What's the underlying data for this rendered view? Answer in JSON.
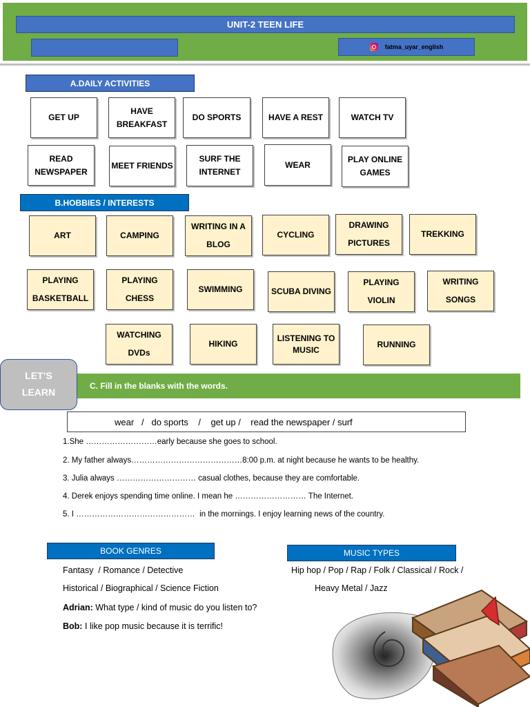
{
  "header": {
    "title": "UNIT-2 TEEN LIFE",
    "instagram": "fatma_uyar_english"
  },
  "daily": {
    "heading": "A.DAILY ACTIVITIES",
    "row1": [
      "GET UP",
      "HAVE BREAKFAST",
      "DO SPORTS",
      "HAVE A REST",
      "WATCH TV"
    ],
    "row2": [
      "READ NEWSPAPER",
      "MEET FRIENDS",
      "SURF THE INTERNET",
      "WEAR",
      "PLAY ONLINE GAMES"
    ]
  },
  "hobbies": {
    "heading": "B.HOBBIES / INTERESTS",
    "row1": [
      "ART",
      "CAMPING",
      "WRITING IN A BLOG",
      "CYCLING",
      "DRAWING PICTURES",
      "TREKKING"
    ],
    "row2": [
      "PLAYING BASKETBALL",
      "PLAYING CHESS",
      "SWIMMING",
      "SCUBA DIVING",
      "PLAYING VIOLIN",
      "WRITING SONGS"
    ],
    "row3": [
      "WATCHING DVDs",
      "HIKING",
      "LISTENING TO MUSIC",
      "RUNNING"
    ]
  },
  "learn": {
    "badge_line1": "LET’S",
    "badge_line2": "LEARN",
    "instruction": "C. Fill in the blanks with the words.",
    "word_bank": "wear   /   do sports    /    get up /    read the newspaper / surf",
    "sentences": [
      "1.She ………………………early because she goes to school.",
      "2. My father always……………………………………8:00 p.m. at night because he wants to be healthy.",
      "3. Julia always ………………………… casual clothes, because they are comfortable.",
      "4. Derek enjoys spending time online. I mean he ……………………… The Internet.",
      "5. I ………………………………………  in the mornings. I enjoy learning news of the country."
    ]
  },
  "book_genres": {
    "heading": "BOOK GENRES",
    "line1": "Fantasy  / Romance / Detective",
    "line2": "Historical / Biographical / Science Fiction"
  },
  "music_types": {
    "heading": "MUSIC TYPES",
    "line1": "Hip hop / Pop / Rap / Folk / Classical / Rock /",
    "line2": "Heavy Metal / Jazz"
  },
  "dialogue": {
    "speaker1": "Adrian:",
    "line1": " What type / kind of music do you listen to?",
    "speaker2": "Bob:",
    "line2": " I like pop music because it is terrific!"
  }
}
